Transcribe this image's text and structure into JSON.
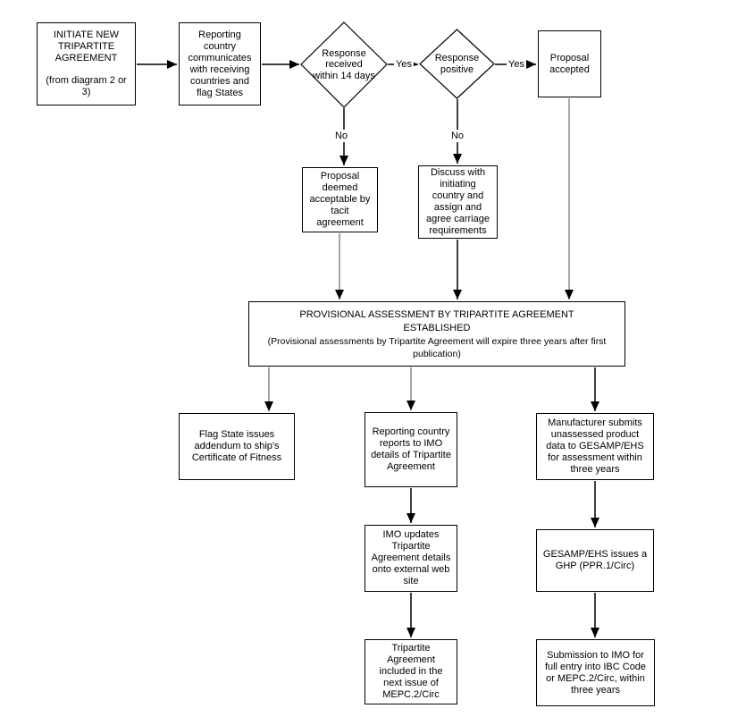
{
  "diagram": {
    "background_color": "#ffffff",
    "line_color": "#000000",
    "gray_connector_color": "#9c9c9c",
    "nodes": {
      "initiate": {
        "title": "INITIATE NEW TRIPARTITE AGREEMENT",
        "subtitle": "(from diagram 2 or 3)"
      },
      "reporting_communicates": {
        "text": "Reporting country communicates with receiving countries and flag States"
      },
      "response_received": {
        "text": "Response received within 14 days"
      },
      "response_positive": {
        "text": "Response positive"
      },
      "proposal_accepted": {
        "text": "Proposal accepted"
      },
      "tacit_agreement": {
        "text": "Proposal deemed acceptable by tacit agreement"
      },
      "discuss_initiating": {
        "text": "Discuss with initiating country and assign and agree carriage requirements"
      },
      "provisional": {
        "title": "PROVISIONAL ASSESSMENT BY TRIPARTITE AGREEMENT ESTABLISHED",
        "note": "(Provisional assessments by Tripartite Agreement will expire three years after first publication)"
      },
      "flag_state": {
        "text": "Flag State issues addendum to ship's Certificate of Fitness"
      },
      "reports_to_imo": {
        "text": "Reporting country reports to IMO details of Tripartite Agreement"
      },
      "imo_updates": {
        "text": "IMO updates Tripartite Agreement details onto external web site"
      },
      "included_mepc": {
        "text": "Tripartite Agreement included in the next issue of MEPC.2/Circ"
      },
      "manufacturer_submits": {
        "text": "Manufacturer submits unassessed product data to GESAMP/EHS for assessment within three years"
      },
      "gesamp_issues": {
        "text": "GESAMP/EHS issues a GHP (PPR.1/Circ)"
      },
      "submission_imo": {
        "text": "Submission to IMO for full entry into IBC Code or MEPC.2/Circ, within three years"
      }
    },
    "edge_labels": {
      "yes1": "Yes",
      "yes2": "Yes",
      "no1": "No",
      "no2": "No"
    }
  }
}
